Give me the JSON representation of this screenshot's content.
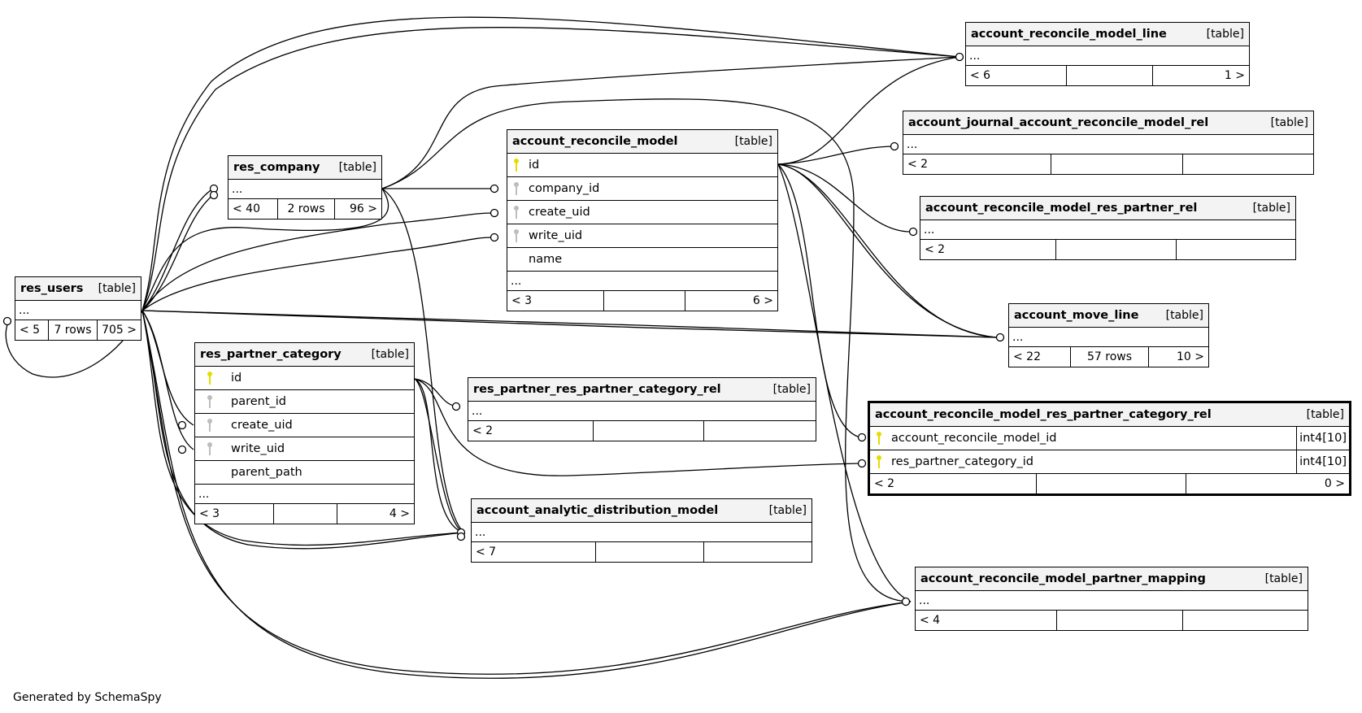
{
  "diagram": {
    "footer": "Generated by SchemaSpy",
    "kind_label": "[table]",
    "ellipsis": "...",
    "colors": {
      "header_bg": "#f3f3f3",
      "pk_key": "#e6dc00",
      "fk_key": "#bdbdbd",
      "line": "#000000"
    },
    "tables": {
      "res_users": {
        "name": "res_users",
        "footer": [
          "< 5",
          "7 rows",
          "705 >"
        ]
      },
      "res_company": {
        "name": "res_company",
        "footer": [
          "< 40",
          "2 rows",
          "96 >"
        ]
      },
      "account_reconcile_model": {
        "name": "account_reconcile_model",
        "columns": [
          {
            "name": "id",
            "key": "primary"
          },
          {
            "name": "company_id",
            "key": "foreign"
          },
          {
            "name": "create_uid",
            "key": "foreign"
          },
          {
            "name": "write_uid",
            "key": "foreign"
          },
          {
            "name": "name",
            "key": "none"
          }
        ],
        "footer": [
          "< 3",
          "",
          "6 >"
        ]
      },
      "res_partner_category": {
        "name": "res_partner_category",
        "columns": [
          {
            "name": "id",
            "key": "primary"
          },
          {
            "name": "parent_id",
            "key": "foreign"
          },
          {
            "name": "create_uid",
            "key": "foreign"
          },
          {
            "name": "write_uid",
            "key": "foreign"
          },
          {
            "name": "parent_path",
            "key": "none"
          }
        ],
        "footer": [
          "< 3",
          "",
          "4 >"
        ]
      },
      "res_partner_res_partner_category_rel": {
        "name": "res_partner_res_partner_category_rel",
        "footer": [
          "< 2",
          "",
          ""
        ]
      },
      "account_analytic_distribution_model": {
        "name": "account_analytic_distribution_model",
        "footer": [
          "< 7",
          "",
          ""
        ]
      },
      "account_reconcile_model_line": {
        "name": "account_reconcile_model_line",
        "footer": [
          "< 6",
          "",
          "1 >"
        ]
      },
      "account_journal_account_reconcile_model_rel": {
        "name": "account_journal_account_reconcile_model_rel",
        "footer": [
          "< 2",
          "",
          ""
        ]
      },
      "account_reconcile_model_res_partner_rel": {
        "name": "account_reconcile_model_res_partner_rel",
        "footer": [
          "< 2",
          "",
          ""
        ]
      },
      "account_move_line": {
        "name": "account_move_line",
        "footer": [
          "< 22",
          "57 rows",
          "10 >"
        ]
      },
      "account_reconcile_model_res_partner_category_rel": {
        "name": "account_reconcile_model_res_partner_category_rel",
        "columns": [
          {
            "name": "account_reconcile_model_id",
            "key": "primary",
            "type": "int4[10]"
          },
          {
            "name": "res_partner_category_id",
            "key": "primary",
            "type": "int4[10]"
          }
        ],
        "footer": [
          "< 2",
          "",
          "0 >"
        ]
      },
      "account_reconcile_model_partner_mapping": {
        "name": "account_reconcile_model_partner_mapping",
        "footer": [
          "< 4",
          "",
          ""
        ]
      }
    }
  }
}
